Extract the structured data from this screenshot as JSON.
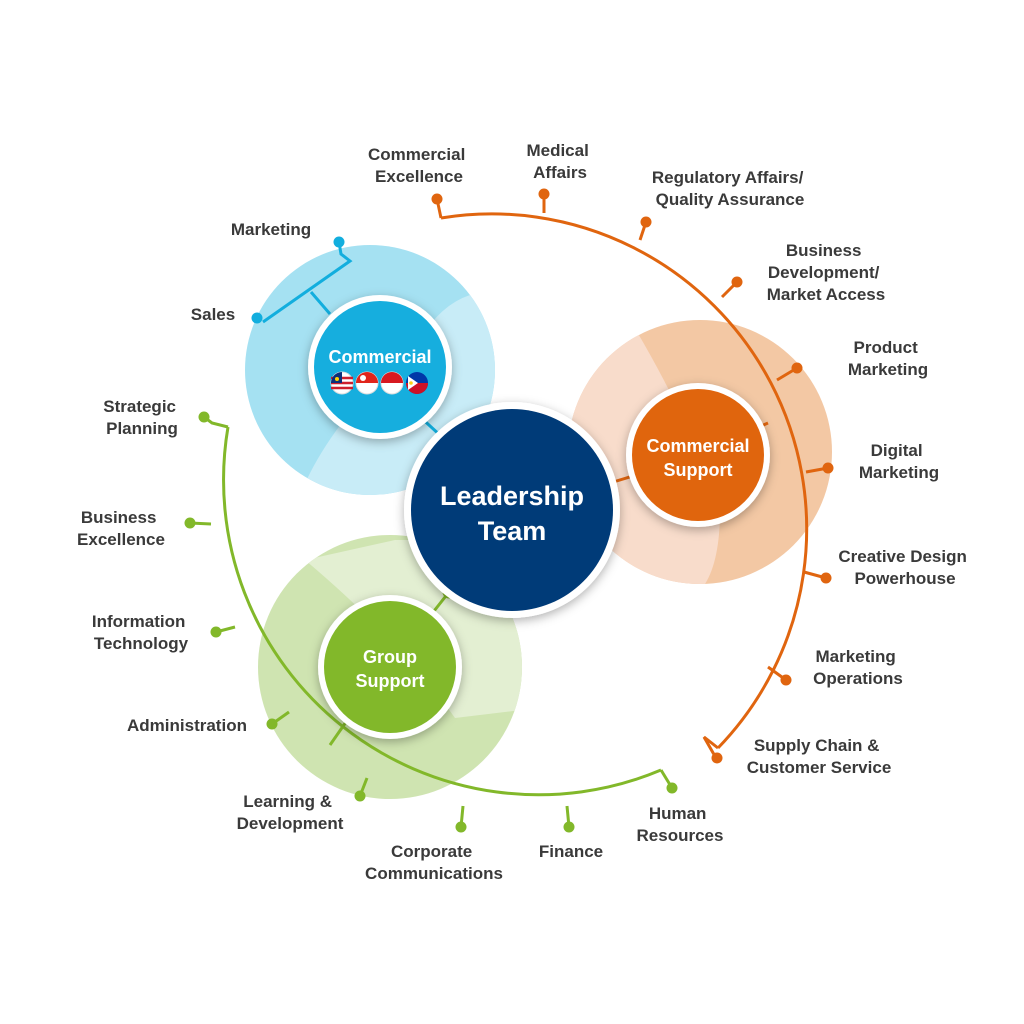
{
  "colors": {
    "orange": "#e0650f",
    "green": "#82b82a",
    "blue": "#12aede",
    "navy": "#003a78",
    "light_blue": "#a5e1f2",
    "lighter_blue": "#c8ecf7",
    "light_orange": "#f3c8a4",
    "lighter_orange": "#f8dccb",
    "light_green": "#cfe4b1",
    "lighter_green": "#e3efd2",
    "label_text": "#3a3a3a"
  },
  "center": {
    "line1": "Leadership",
    "line2": "Team"
  },
  "hubs": {
    "commercial": {
      "label": "Commercial",
      "flag_icons": [
        "malaysia-flag-icon",
        "singapore-flag-icon",
        "indonesia-flag-icon",
        "philippines-flag-icon"
      ]
    },
    "commercial_support": {
      "line1": "Commercial",
      "line2": "Support"
    },
    "group_support": {
      "line1": "Group",
      "line2": "Support"
    }
  },
  "commercial_functions": {
    "marketing": "Marketing",
    "sales": "Sales"
  },
  "commercial_support_functions": [
    {
      "line1": "Commercial",
      "line2": "Excellence"
    },
    {
      "line1": "Medical",
      "line2": "Affairs"
    },
    {
      "line1": "Regulatory Affairs/",
      "line2": "Quality Assurance"
    },
    {
      "line1": "Business",
      "line2": "Development/",
      "line3": "Market Access"
    },
    {
      "line1": "Product",
      "line2": "Marketing"
    },
    {
      "line1": "Digital",
      "line2": "Marketing"
    },
    {
      "line1": "Creative Design",
      "line2": "Powerhouse"
    },
    {
      "line1": "Marketing",
      "line2": "Operations"
    },
    {
      "line1": "Supply Chain &",
      "line2": "Customer Service"
    }
  ],
  "group_support_functions": [
    {
      "line1": "Strategic",
      "line2": "Planning"
    },
    {
      "line1": "Business",
      "line2": "Excellence"
    },
    {
      "line1": "Information",
      "line2": "Technology"
    },
    {
      "line1": "Administration"
    },
    {
      "line1": "Learning &",
      "line2": "Development"
    },
    {
      "line1": "Corporate",
      "line2": "Communications"
    },
    {
      "line1": "Finance"
    },
    {
      "line1": "Human",
      "line2": "Resources"
    }
  ]
}
